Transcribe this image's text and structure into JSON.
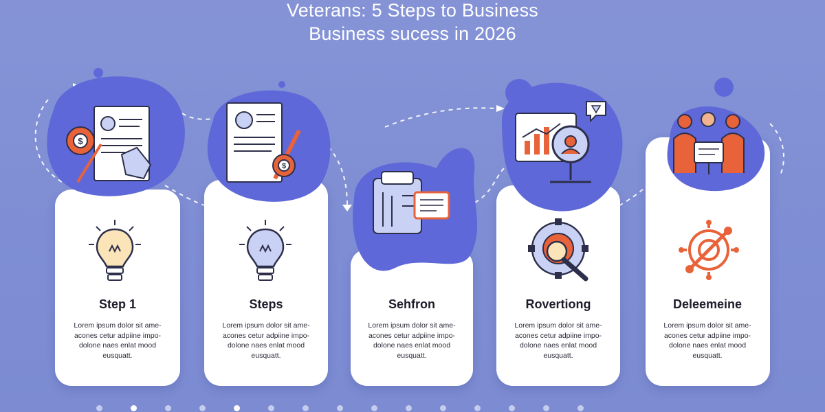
{
  "title": {
    "line1": "Veterans: 5 Steps to Business",
    "line2": "Business sucess in  2026"
  },
  "steps": [
    {
      "title": "Step 1",
      "desc": "Lorem ipsum dolor sit ame-\nacones cetur adpiine impo-\ndolone naes enlat mood\neusquatt.",
      "illustration_icon": "resume-gear-dollar-icon",
      "feature_icon": "lightbulb-icon"
    },
    {
      "title": "Steps",
      "desc": "Lorem ipsum dolor sit ame-\nacones cetur adpiine impo-\ndolone naes enlat mood\neusquatt.",
      "illustration_icon": "resume-wrench-dollar-icon",
      "feature_icon": "lightbulb-icon"
    },
    {
      "title": "Sehfron",
      "desc": "Lorem ipsum dolor sit ame-\nacones cetur adpiine impo-\ndolone naes enlat mood\neusquatt.",
      "illustration_icon": "machine-document-icon",
      "feature_icon": ""
    },
    {
      "title": "Rovertiong",
      "desc": "Lorem ipsum dolor sit ame-\nacones cetur adpiine impo-\ndolone naes enlat mood\neusquatt.",
      "illustration_icon": "monitor-chart-search-icon",
      "feature_icon": "gear-magnifier-icon"
    },
    {
      "title": "Deleemeine",
      "desc": "Lorem ipsum dolor sit ame-\nacones cetur adpiine impo-\ndolone naes enlat mood\neusquatt.",
      "illustration_icon": "team-presentation-icon",
      "feature_icon": "target-crosshair-icon"
    }
  ],
  "colors": {
    "background": "#8190d4",
    "blob": "#5f68d8",
    "card": "#ffffff",
    "accent_orange": "#e8623a",
    "line_dark": "#2d2f4a",
    "bulb_fill_1": "#fbe4b8",
    "bulb_fill_2": "#c9d2f5"
  },
  "pagination": {
    "total": 15,
    "active": [
      1,
      4
    ]
  }
}
